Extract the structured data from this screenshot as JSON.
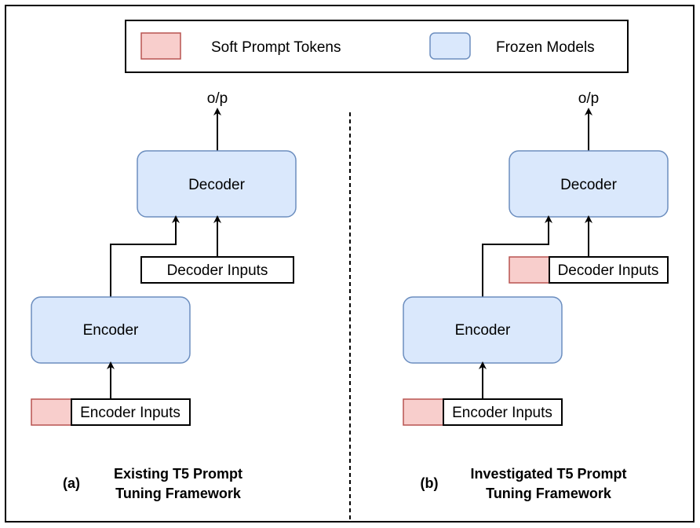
{
  "colors": {
    "soft_prompt_fill": "#f8cecc",
    "soft_prompt_stroke": "#b85450",
    "frozen_fill": "#dae8fc",
    "frozen_stroke": "#6c8ebf",
    "line": "#000000"
  },
  "legend": {
    "soft_prompt_label": "Soft Prompt Tokens",
    "frozen_label": "Frozen Models"
  },
  "panel_a": {
    "output_label": "o/p",
    "decoder_label": "Decoder",
    "decoder_inputs_label": "Decoder Inputs",
    "encoder_label": "Encoder",
    "encoder_inputs_label": "Encoder Inputs",
    "caption_letter": "(a)",
    "caption_line1": "Existing T5 Prompt",
    "caption_line2": "Tuning Framework"
  },
  "panel_b": {
    "output_label": "o/p",
    "decoder_label": "Decoder",
    "decoder_inputs_label": "Decoder Inputs",
    "encoder_label": "Encoder",
    "encoder_inputs_label": "Encoder Inputs",
    "caption_letter": "(b)",
    "caption_line1": "Investigated T5 Prompt",
    "caption_line2": "Tuning Framework"
  }
}
